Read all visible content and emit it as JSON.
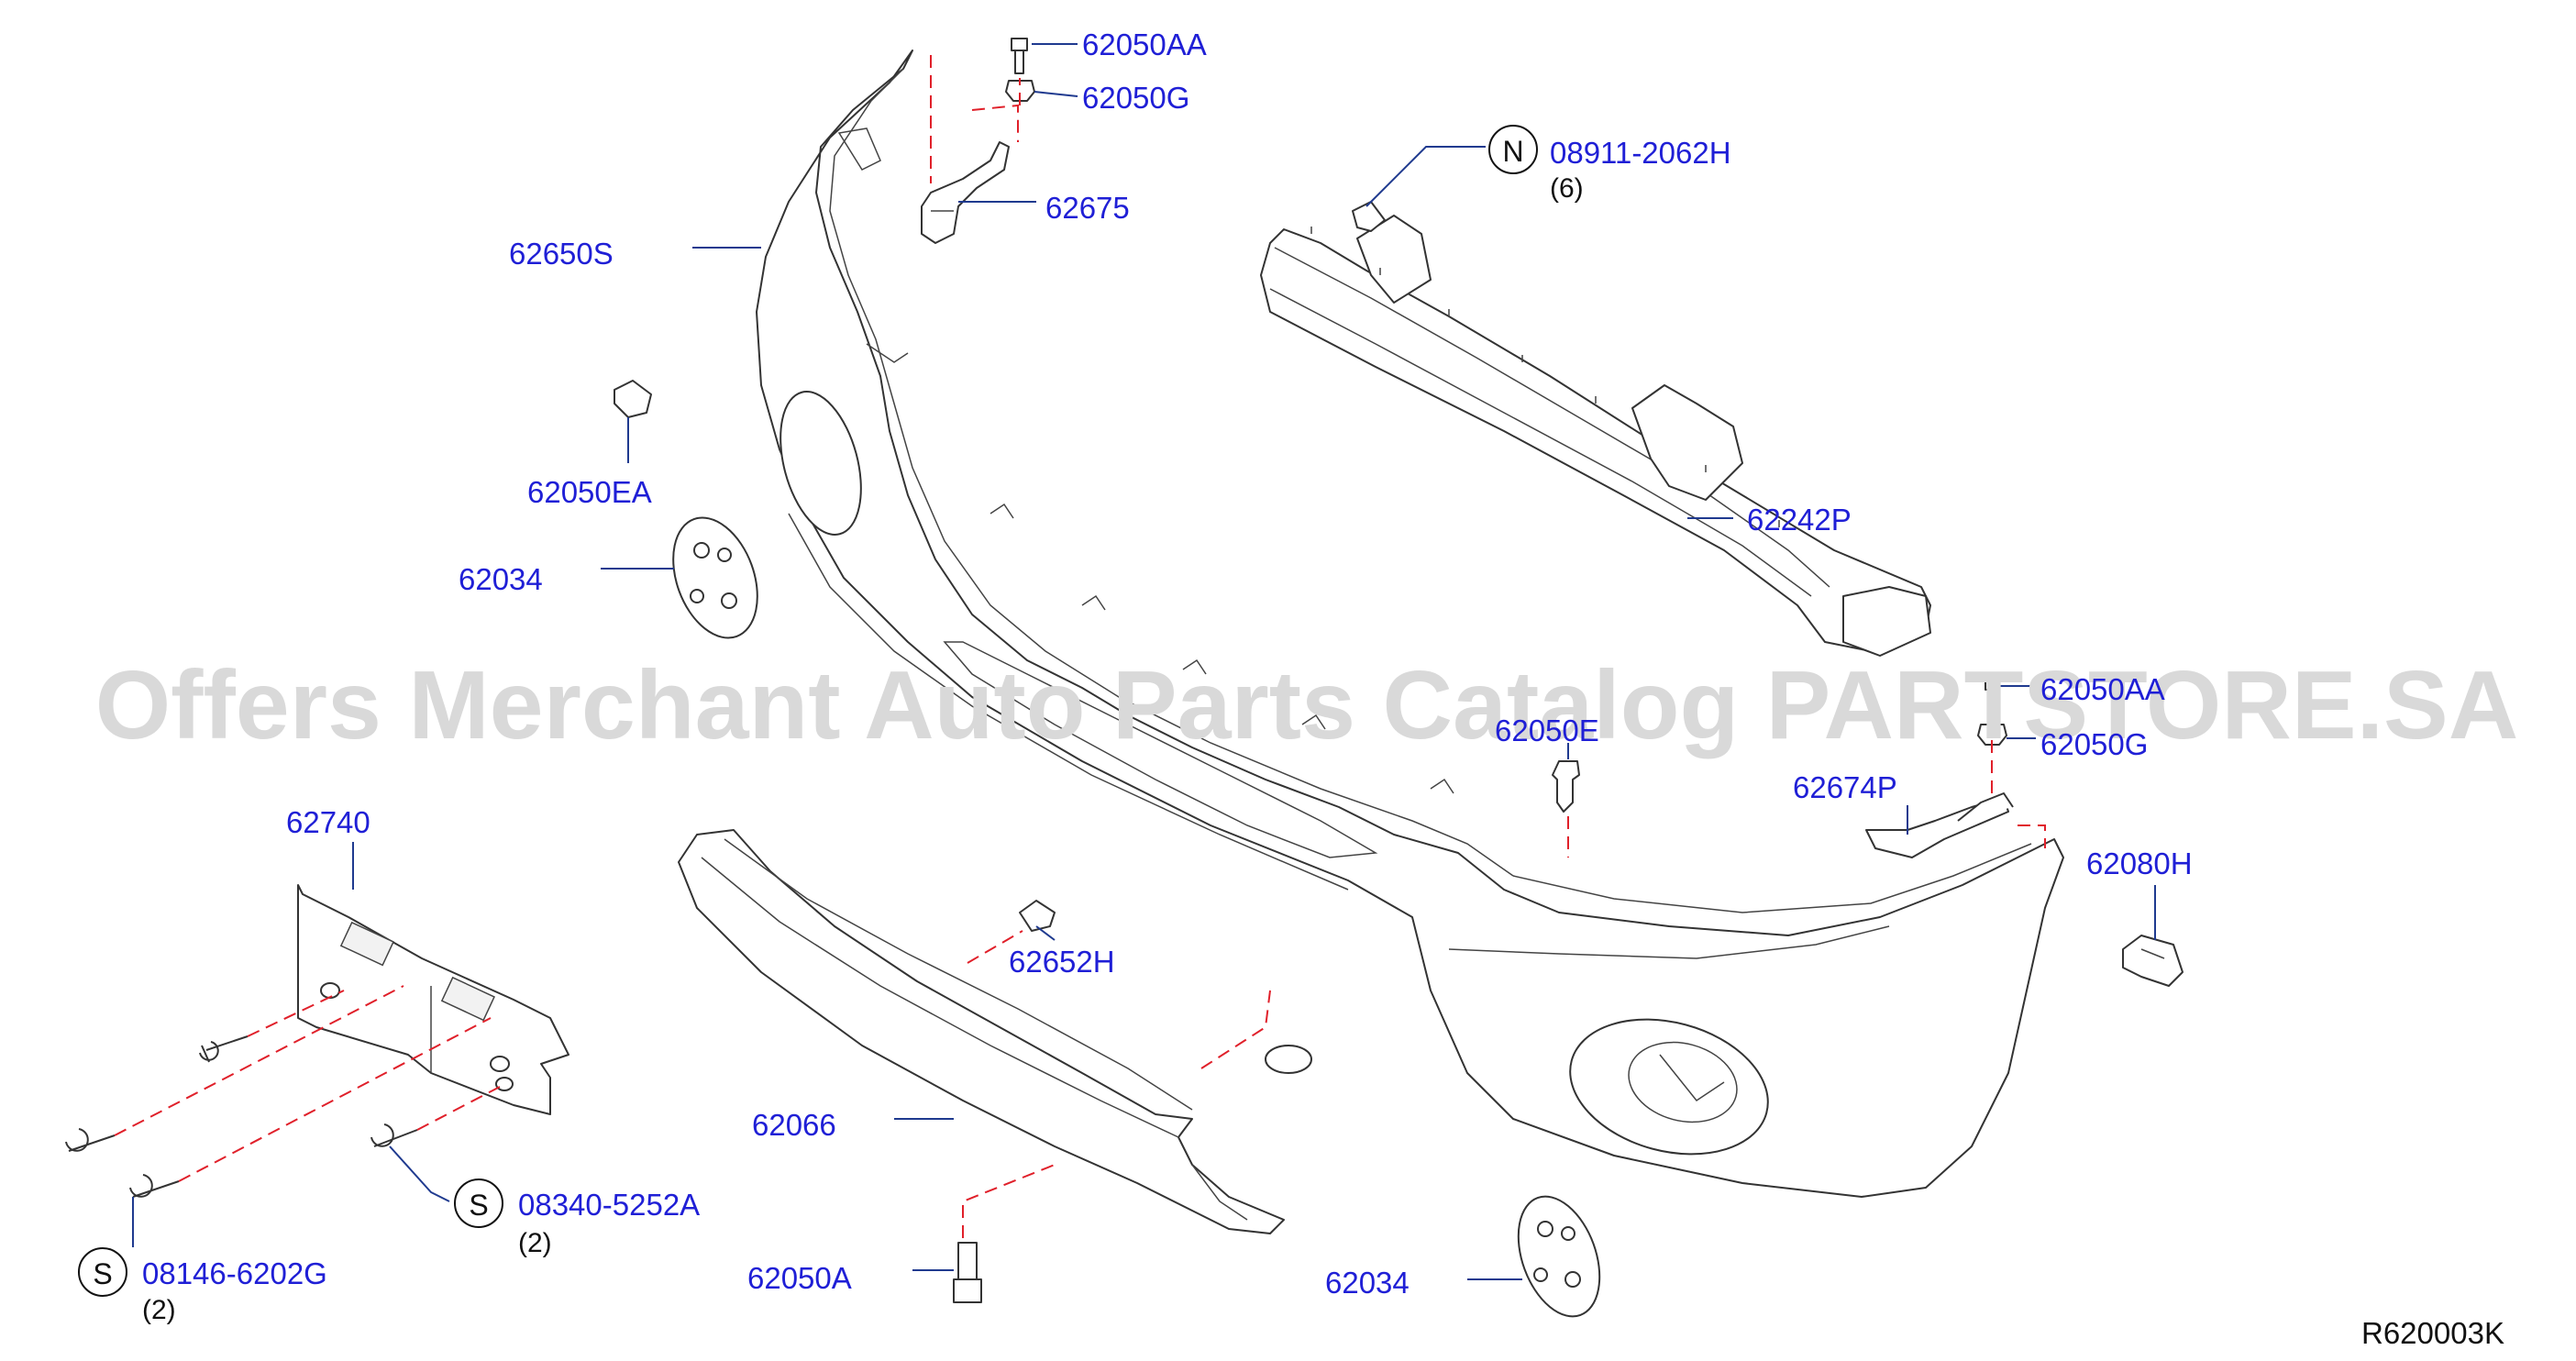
{
  "watermark": "Offers Merchant Auto Parts Catalog PARTSTORE.SA",
  "reference_code": "R620003K",
  "labels": {
    "p62050AA_top": "62050AA",
    "p62050G_top": "62050G",
    "p08911": "08911-2062H",
    "p08911_qty": "(6)",
    "p62675": "62675",
    "p62650S": "62650S",
    "p62050EA": "62050EA",
    "p62034_left": "62034",
    "p62242P": "62242P",
    "p62050AA_right": "62050AA",
    "p62050E": "62050E",
    "p62050G_right": "62050G",
    "p62674P": "62674P",
    "p62080H": "62080H",
    "p62740": "62740",
    "p62652H": "62652H",
    "p62066": "62066",
    "p08340": "08340-5252A",
    "p08340_qty": "(2)",
    "p08146": "08146-6202G",
    "p08146_qty": "(2)",
    "p62050A": "62050A",
    "p62034_bottom": "62034"
  },
  "badges": {
    "n": "N",
    "s1": "S",
    "s2": "S"
  },
  "icons": {
    "fastener": "bolt-icon",
    "badge": "circle-letter-icon"
  },
  "colors": {
    "label_text": "#1f1fd6",
    "leader_line": "#1f3a8f",
    "dashed_guide": "#e0202a",
    "outline": "#333333",
    "watermark": "#d9d9d9"
  }
}
